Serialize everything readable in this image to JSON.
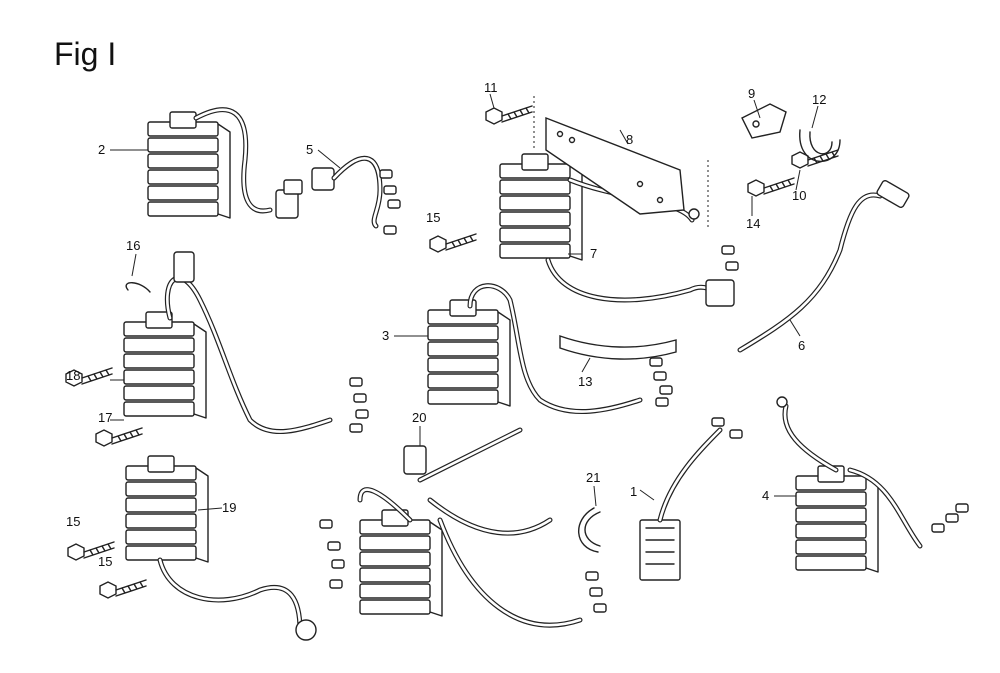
{
  "figure": {
    "title": "Fig I"
  },
  "callouts": {
    "c1": "1",
    "c2": "2",
    "c3": "3",
    "c4": "4",
    "c5": "5",
    "c6": "6",
    "c7": "7",
    "c8": "8",
    "c9": "9",
    "c10": "10",
    "c11": "11",
    "c12": "12",
    "c13": "13",
    "c14": "14",
    "c15a": "15",
    "c15b": "15",
    "c15c": "15",
    "c16": "16",
    "c17": "17",
    "c18": "18",
    "c19": "19",
    "c20": "20",
    "c21": "21"
  },
  "colors": {
    "line": "#222222",
    "background": "#ffffff"
  }
}
